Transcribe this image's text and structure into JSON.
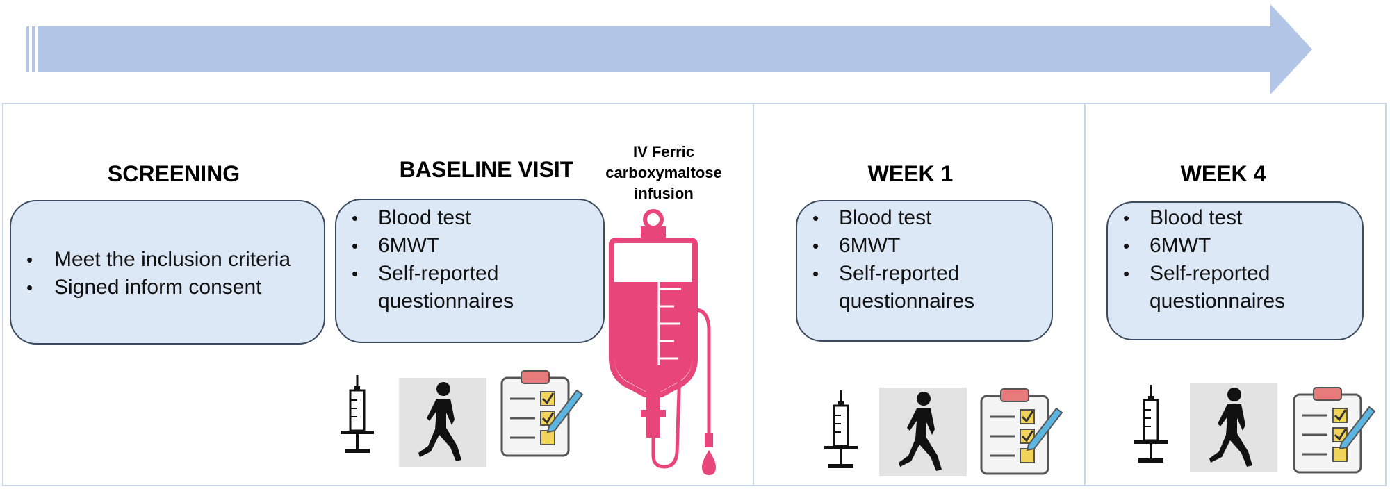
{
  "stages": [
    {
      "title": "SCREENING",
      "items": [
        "Meet the inclusion criteria",
        "Signed inform consent"
      ]
    },
    {
      "title": "BASELINE VISIT",
      "items": [
        "Blood test",
        "6MWT",
        "Self-reported questionnaires"
      ]
    },
    {
      "title": "WEEK 1",
      "items": [
        "Blood test",
        "6MWT",
        "Self-reported questionnaires"
      ]
    },
    {
      "title": "WEEK 4",
      "items": [
        "Blood test",
        "6MWT",
        "Self-reported questionnaires"
      ]
    }
  ],
  "infusion": {
    "lines": [
      "IV Ferric",
      "carboxymaltose",
      "infusion"
    ]
  },
  "icons": [
    "syringe-icon",
    "walking-person-icon",
    "checklist-icon",
    "iv-bag-icon"
  ],
  "colors": {
    "arrow": "#b4c6e7",
    "box_fill": "#dce8f5",
    "box_border": "#3b4a5e",
    "iv_bag": "#e8467a",
    "checkbox": "#f3d45a",
    "clipboard_clip": "#e77a7a",
    "pen": "#5bb5e0"
  }
}
